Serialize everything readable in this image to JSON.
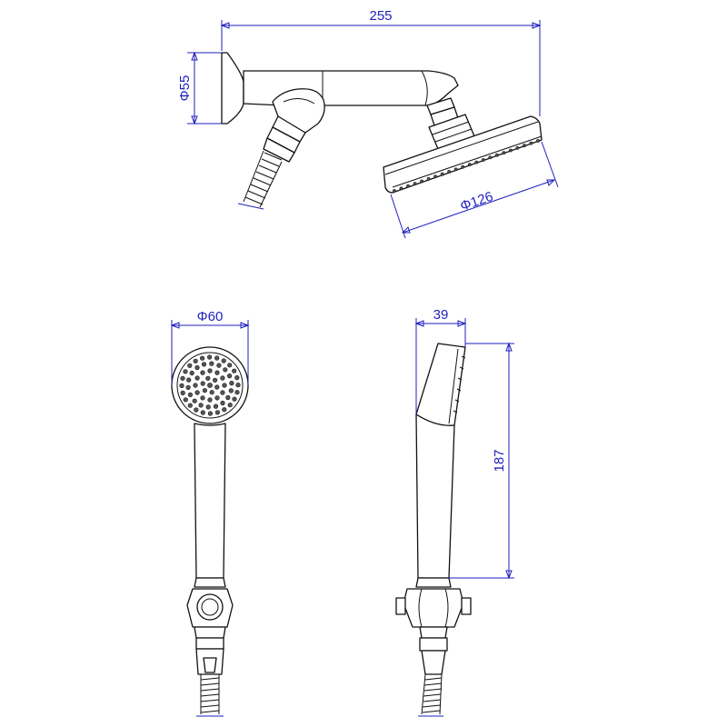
{
  "dimensions": {
    "arm_length": "255",
    "flange_diameter": "Φ55",
    "head_diameter": "Φ126",
    "handset_diameter": "Φ60",
    "handset_depth": "39",
    "handset_length": "187"
  },
  "colors": {
    "dimension": "#1f1fbf",
    "outline": "#111111"
  }
}
